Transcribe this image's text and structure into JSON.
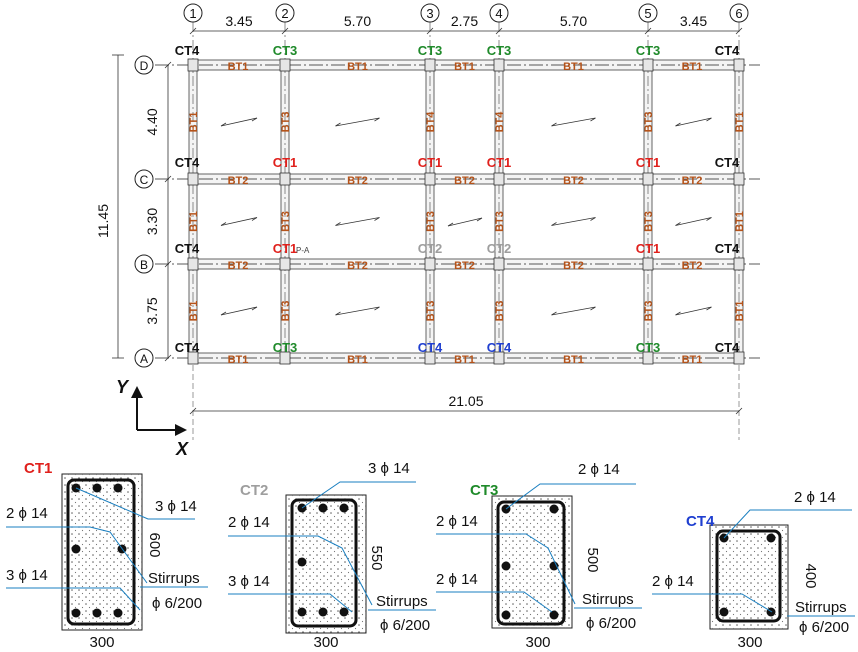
{
  "grid": {
    "x_axis_labels": [
      "1",
      "2",
      "3",
      "4",
      "5",
      "6"
    ],
    "y_axis_labels": [
      "D",
      "C",
      "B",
      "A"
    ],
    "x_spans": [
      "3.45",
      "5.70",
      "2.75",
      "5.70",
      "3.45"
    ],
    "y_spans": [
      "4.40",
      "3.30",
      "3.75"
    ],
    "total_x": "21.05",
    "total_y": "11.45",
    "axis_x": "X",
    "axis_y": "Y",
    "section_mark": "P-A"
  },
  "colors": {
    "CT1": "#e0201c",
    "CT2": "#9e9e9e",
    "CT3": "#1f8a2a",
    "CT4": "#1f3fd0",
    "corner": "#111111",
    "beam": "#b5531a",
    "leader": "#1a7fc0"
  },
  "plan_columns": {
    "row_D": [
      "CT4",
      "CT3",
      "CT3",
      "CT3",
      "CT3",
      "CT4"
    ],
    "row_C": [
      "CT4",
      "CT1",
      "CT1",
      "CT1",
      "CT1",
      "CT4"
    ],
    "row_B": [
      "CT4",
      "CT1",
      "CT2",
      "CT2",
      "CT1",
      "CT4"
    ],
    "row_A": [
      "CT4",
      "CT3",
      "CT4",
      "CT4",
      "CT3",
      "CT4"
    ]
  },
  "plan_beams": {
    "row_D": [
      "BT1",
      "BT1",
      "BT1",
      "BT1",
      "BT1"
    ],
    "row_C": [
      "BT2",
      "BT2",
      "BT2",
      "BT2",
      "BT2"
    ],
    "row_B": [
      "BT2",
      "BT2",
      "BT2",
      "BT2",
      "BT2"
    ],
    "row_A": [
      "BT1",
      "BT1",
      "BT1",
      "BT1",
      "BT1"
    ],
    "span_DC": [
      "BT1",
      "BT3",
      "BT4",
      "BT4",
      "BT3",
      "BT1"
    ],
    "span_CB": [
      "BT1",
      "BT3",
      "BT3",
      "BT3",
      "BT3",
      "BT1"
    ],
    "span_BA": [
      "BT1",
      "BT3",
      "BT3",
      "BT3",
      "BT3",
      "BT1"
    ]
  },
  "sections": [
    {
      "name": "CT1",
      "width": "300",
      "height": "600",
      "bars": [
        "3 ϕ 14",
        "2 ϕ 14",
        "3 ϕ 14"
      ],
      "stirrups": [
        "Stirrups",
        "ϕ 6/200"
      ]
    },
    {
      "name": "CT2",
      "width": "300",
      "height": "550",
      "bars": [
        "3 ϕ 14",
        "2 ϕ 14",
        "3 ϕ 14"
      ],
      "stirrups": [
        "Stirrups",
        "ϕ 6/200"
      ]
    },
    {
      "name": "CT3",
      "width": "300",
      "height": "500",
      "bars": [
        "2 ϕ 14",
        "2 ϕ 14",
        "2 ϕ 14"
      ],
      "stirrups": [
        "Stirrups",
        "ϕ 6/200"
      ]
    },
    {
      "name": "CT4",
      "width": "300",
      "height": "400",
      "bars": [
        "2 ϕ 14",
        "2 ϕ 14"
      ],
      "stirrups": [
        "Stirrups",
        "ϕ 6/200"
      ]
    }
  ]
}
